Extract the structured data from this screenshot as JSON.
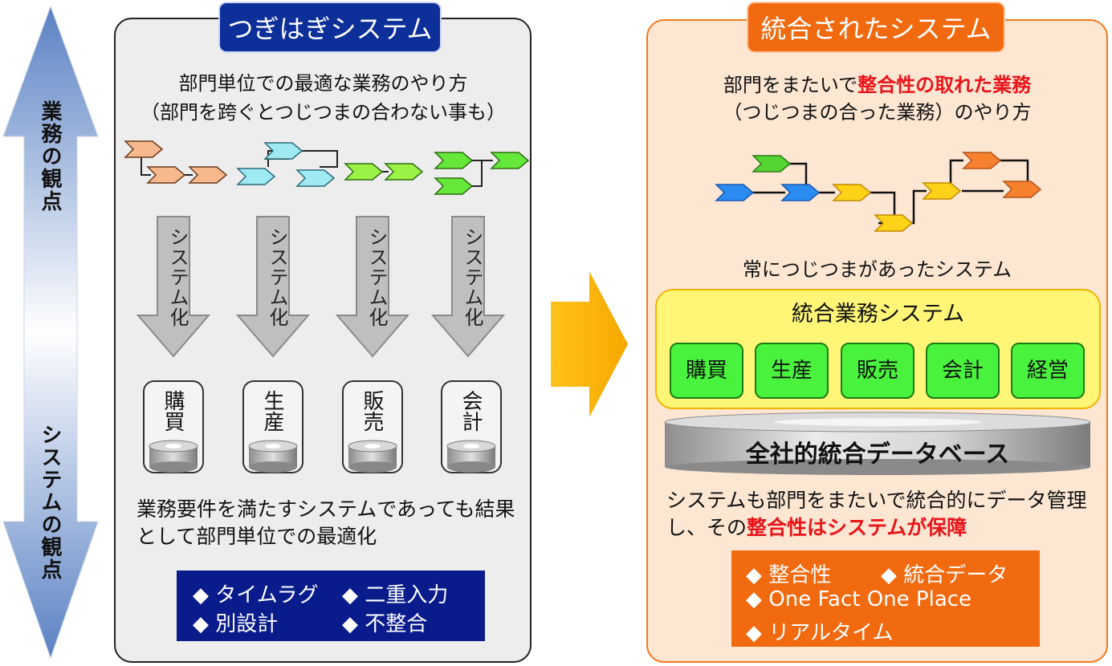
{
  "axis": {
    "top_label": "業務の観点",
    "bottom_label": "システムの観点"
  },
  "left": {
    "title": "つぎはぎシステム",
    "desc_line1": "部門単位での最適な業務のやり方",
    "desc_line2": "（部門を跨ぐとつじつまの合わない事も）",
    "systemize_label": "システム化",
    "departments": [
      "購買",
      "生産",
      "販売",
      "会計"
    ],
    "result_line1": "業務要件を満たすシステムであっても結果",
    "result_line2": "として部門単位での最適化",
    "issues": [
      "◆ タイムラグ",
      "◆ 二重入力",
      "◆ 別設計",
      "◆ 不整合"
    ],
    "colors": {
      "accent": "#0c2f9a",
      "panel": "#ededed"
    }
  },
  "right": {
    "title": "統合されたシステム",
    "desc_line1_prefix": "部門をまたいで",
    "desc_line1_emphasis": "整合性の取れた業務",
    "desc_line2": "（つじつまの合った業務）のやり方",
    "consistent_label": "常につじつまがあったシステム",
    "integrated_system_title": "統合業務システム",
    "modules": [
      "購買",
      "生産",
      "販売",
      "会計",
      "経営"
    ],
    "database_label": "全社的統合データベース",
    "summary_line1": "システムも部門をまたいで統合的にデータ管理",
    "summary_line2_prefix": "し、その",
    "summary_line2_emphasis": "整合性はシステムが保障",
    "benefits": [
      "◆ 整合性",
      "◆ 統合データ",
      "◆ One Fact One Place",
      "◆ リアルタイム"
    ],
    "colors": {
      "accent": "#f26a0f",
      "panel": "#fde6d2",
      "module": "#49f23d",
      "highlight": "#e8141a"
    }
  }
}
